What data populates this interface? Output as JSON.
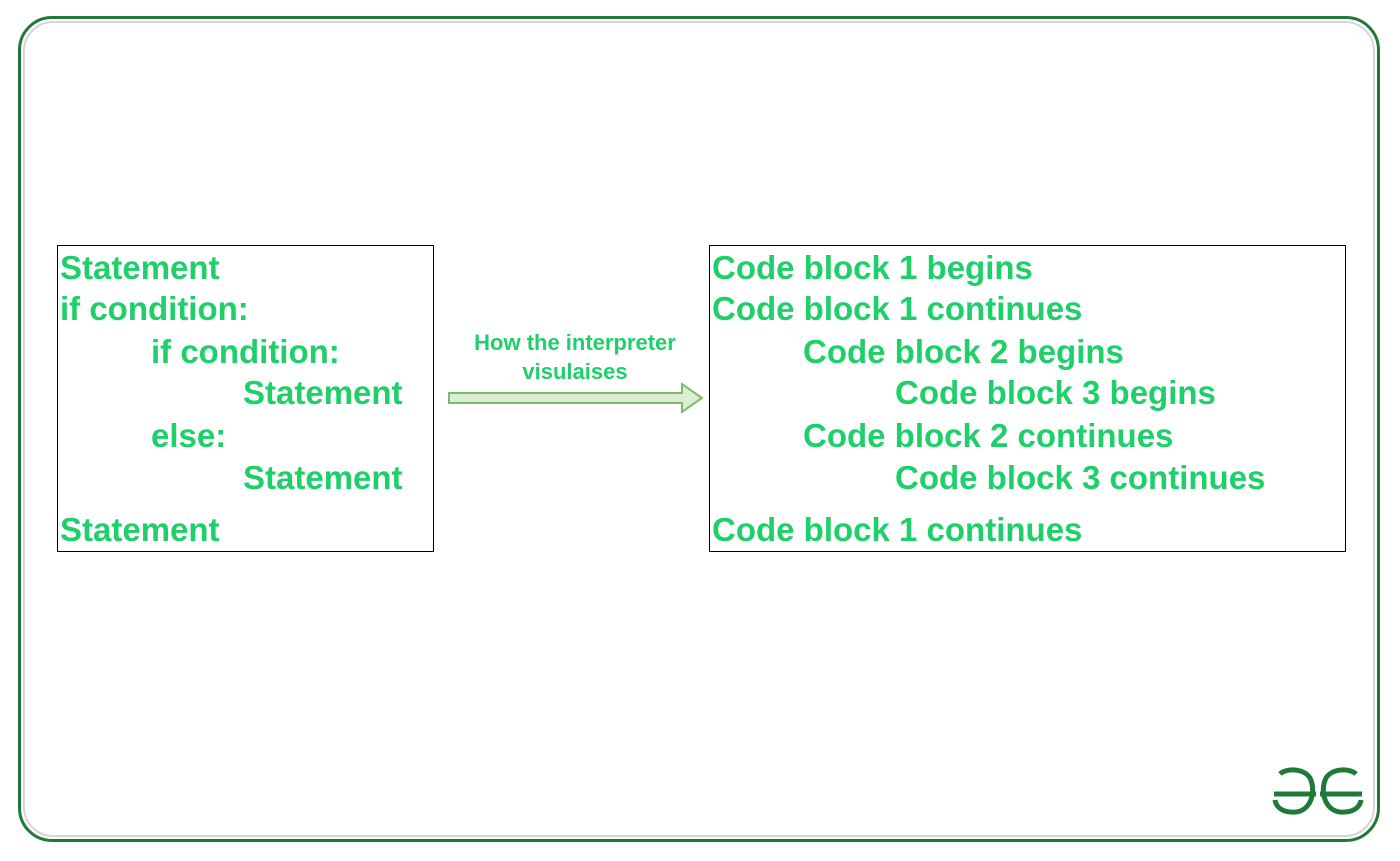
{
  "colors": {
    "code_text": "#1fcf6a",
    "frame": "#1f7a3a",
    "arrow_fill": "#d9eed3",
    "arrow_stroke": "#7fb96a",
    "logo": "#1f7a3a"
  },
  "left_panel": {
    "lines": [
      {
        "text": "Statement",
        "indent": 0
      },
      {
        "text": "if condition:",
        "indent": 0
      },
      {
        "text": "if condition:",
        "indent": 1
      },
      {
        "text": "Statement",
        "indent": 2
      },
      {
        "text": "else:",
        "indent": 1
      },
      {
        "text": "Statement",
        "indent": 2
      },
      {
        "text": "Statement",
        "indent": 0
      }
    ]
  },
  "arrow": {
    "caption_line1": "How the interpreter",
    "caption_line2": "visulaises"
  },
  "right_panel": {
    "lines": [
      {
        "text": "Code block 1 begins",
        "indent": 0
      },
      {
        "text": "Code block 1 continues",
        "indent": 0
      },
      {
        "text": "Code block 2 begins",
        "indent": 1
      },
      {
        "text": "Code block 3 begins",
        "indent": 2
      },
      {
        "text": "Code block 2 continues",
        "indent": 1
      },
      {
        "text": "Code block 3 continues",
        "indent": 2
      },
      {
        "text": "Code block 1 continues",
        "indent": 0
      }
    ]
  },
  "logo": {
    "icon": "geeksforgeeks-logo-icon",
    "text": "GG"
  }
}
